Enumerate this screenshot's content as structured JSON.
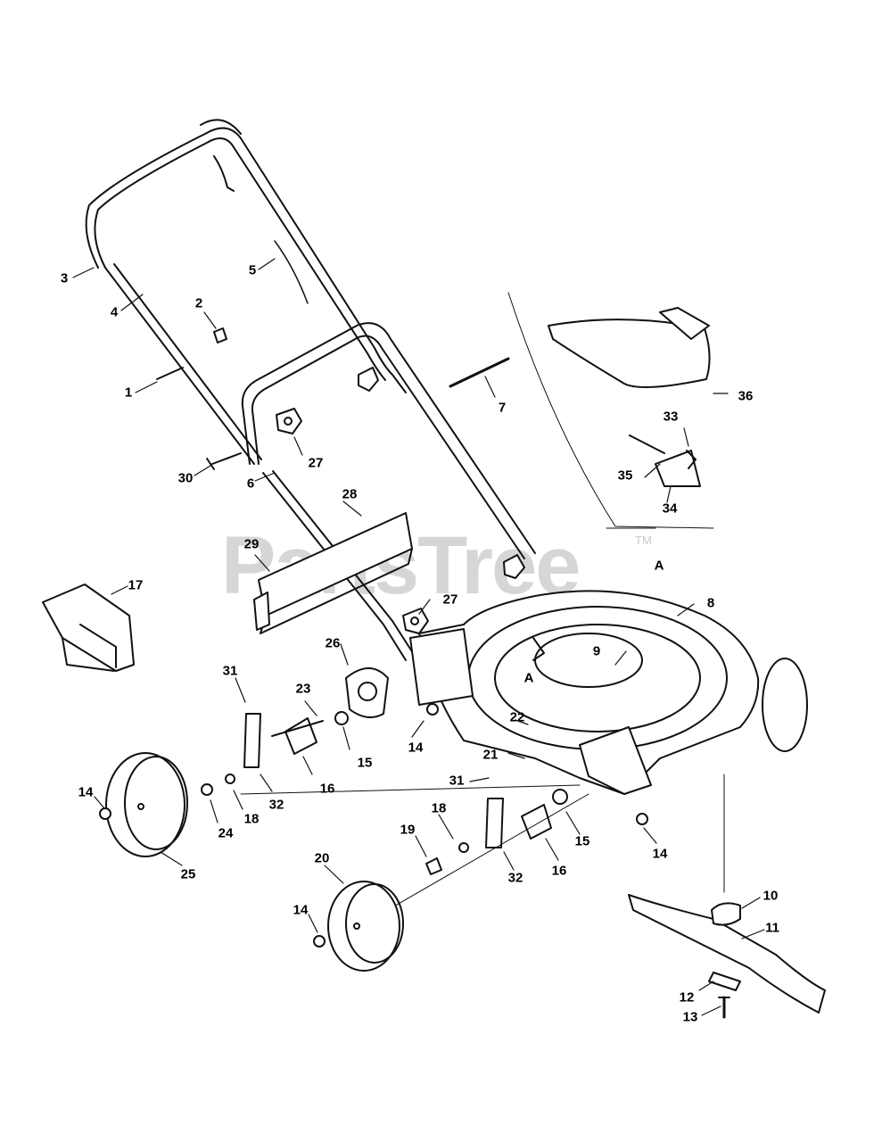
{
  "watermark": {
    "text": "PartsTree",
    "tm": "TM"
  },
  "callouts": [
    "1",
    "2",
    "3",
    "4",
    "5",
    "6",
    "7",
    "8",
    "9",
    "10",
    "11",
    "12",
    "13",
    "14",
    "15",
    "16",
    "17",
    "18",
    "19",
    "20",
    "21",
    "22",
    "23",
    "24",
    "25",
    "26",
    "27",
    "28",
    "29",
    "30",
    "31",
    "32",
    "33",
    "34",
    "35",
    "36",
    "A"
  ]
}
